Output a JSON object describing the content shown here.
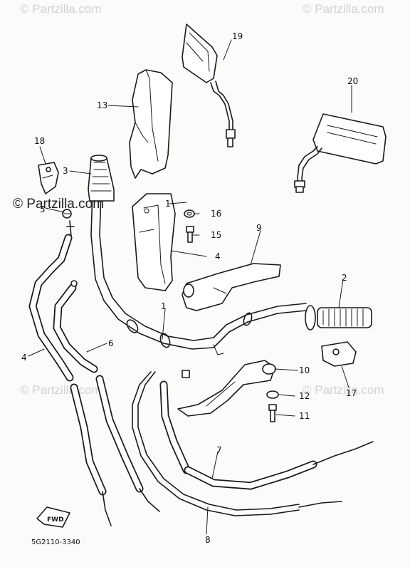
{
  "watermarks": {
    "top_left": "© Partzilla.com",
    "top_right": "© Partzilla.com",
    "center": "© Partzilla.com",
    "mid_left": "© Partzilla.com",
    "mid_right": "© Partzilla.com"
  },
  "drawing_code": "5G2110-3340",
  "arrow_label": "FWD",
  "callouts": {
    "c1": "1",
    "c1b": "1",
    "c2": "2",
    "c3": "3",
    "c4": "4",
    "c4b": "4",
    "c5": "5",
    "c6": "6",
    "c7": "7",
    "c8": "8",
    "c9": "9",
    "c10": "10",
    "c11": "11",
    "c12": "12",
    "c13": "13",
    "c15": "15",
    "c16": "16",
    "c17": "17",
    "c18": "18",
    "c19": "19",
    "c20": "20"
  }
}
